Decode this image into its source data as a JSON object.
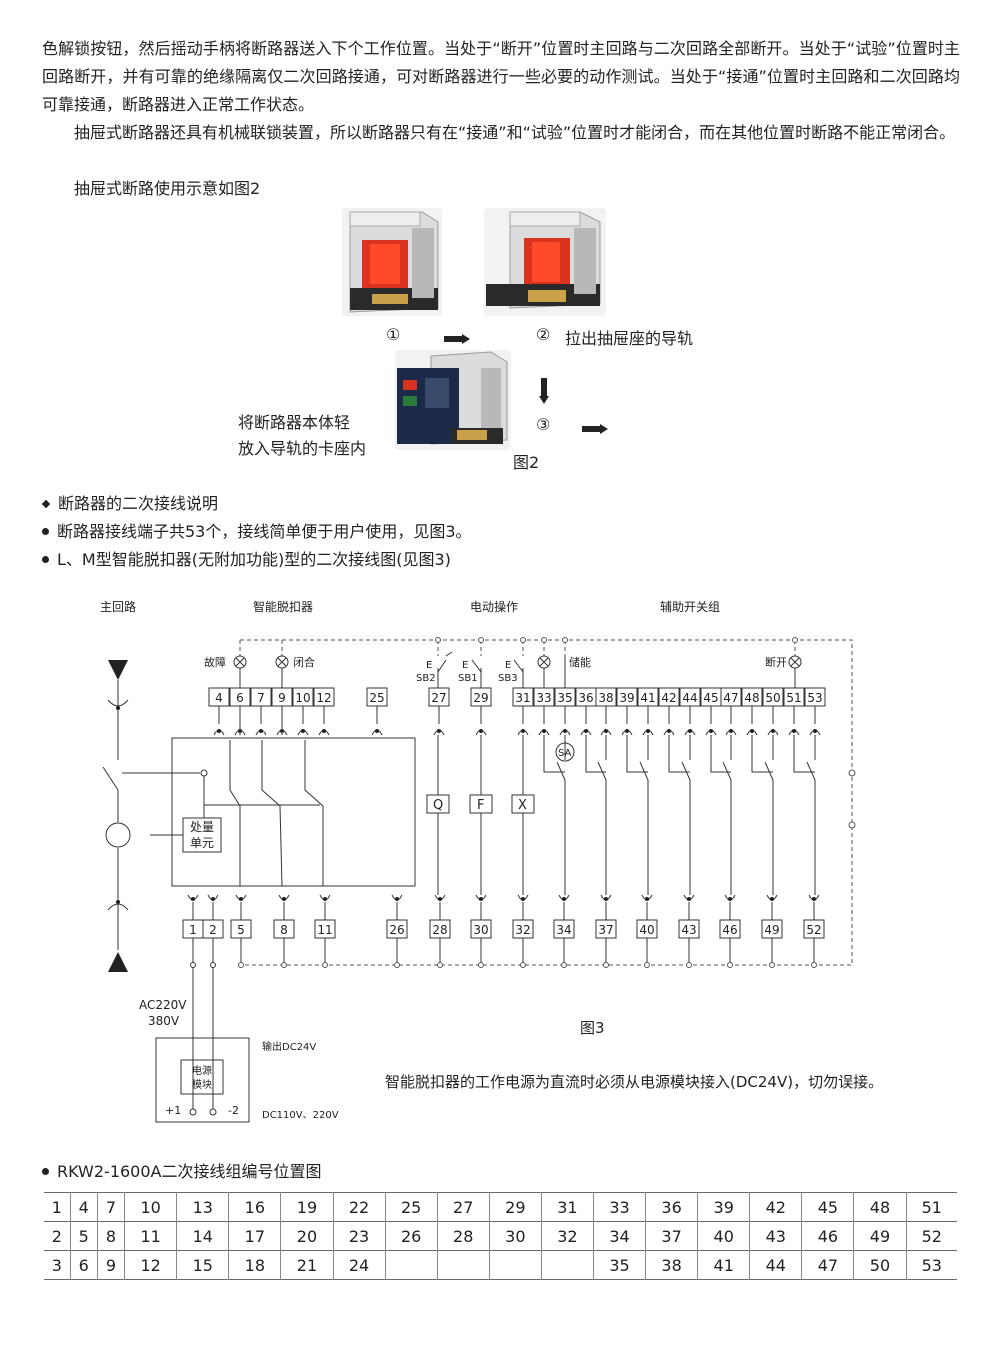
{
  "intro": {
    "p1": "色解锁按钮，然后摇动手柄将断路器送入下个工作位置。当处于“断开”位置时主回路与二次回路全部断开。当处于“试验”位置时主回路断开，并有可靠的绝缘隔离仅二次回路接通，可对断路器进行一些必要的动作测试。当处于“接通”位置时主回路和二次回路均可靠接通，断路器进入正常工作状态。",
    "p2": "抽屉式断路器还具有机械联锁装置，所以断路器只有在“接通”和“试验”位置时才能闭合，而在其他位置时断路不能正常闭合。",
    "p3": "抽屉式断路使用示意如图2"
  },
  "figure2": {
    "step1": "①",
    "step2": "②",
    "step2_text": "拉出抽屉座的导轨",
    "step3": "③",
    "step3_text_line1": "将断路器本体轻",
    "step3_text_line2": "放入导轨的卡座内",
    "caption": "图2"
  },
  "bullets": [
    "断路器的二次接线说明",
    "断路器接线端子共53个，接线简单便于用户使用，见图3。",
    "L、M型智能脱扣器(无附加功能)型的二次接线图(见图3)"
  ],
  "figure3": {
    "group_main": "主回路",
    "group_trip": "智能脱扣器",
    "group_motor": "电动操作",
    "group_aux": "辅助开关组",
    "lamp_fault": "故障",
    "lamp_close": "闭合",
    "lamp_store": "储能",
    "lamp_open": "断开",
    "sb2": "SB2",
    "sb1": "SB1",
    "sb3": "SB3",
    "e_label": "E",
    "sa": "SA",
    "coil_q": "Q",
    "coil_f": "F",
    "coil_x": "X",
    "unit_line1": "处量",
    "unit_line2": "单元",
    "top_terminals": [
      "4",
      "6",
      "7",
      "9",
      "10",
      "12",
      "25",
      "27",
      "29",
      "31",
      "33",
      "35",
      "36",
      "38",
      "39",
      "41",
      "42",
      "44",
      "45",
      "47",
      "48",
      "50",
      "51",
      "53"
    ],
    "bottom_terminals": [
      "1",
      "2",
      "5",
      "8",
      "11",
      "26",
      "28",
      "30",
      "32",
      "34",
      "37",
      "40",
      "43",
      "46",
      "49",
      "52"
    ],
    "ac_line1": "AC220V",
    "ac_line2": "380V",
    "out_dc": "输出DC24V",
    "power_line1": "电源",
    "power_line2": "模块",
    "plus": "+1",
    "minus": "-2",
    "dc_in": "DC110V、220V",
    "caption": "图3",
    "note": "智能脱扣器的工作电源为直流时必须从电源模块接入(DC24V)，切勿误接。"
  },
  "table_section": {
    "title": "RKW2-1600A二次接线组编号位置图",
    "rows": [
      [
        "1",
        "4",
        "7",
        "10",
        "13",
        "16",
        "19",
        "22",
        "25",
        "27",
        "29",
        "31",
        "33",
        "36",
        "39",
        "42",
        "45",
        "48",
        "51"
      ],
      [
        "2",
        "5",
        "8",
        "11",
        "14",
        "17",
        "20",
        "23",
        "26",
        "28",
        "30",
        "32",
        "34",
        "37",
        "40",
        "43",
        "46",
        "49",
        "52"
      ],
      [
        "3",
        "6",
        "9",
        "12",
        "15",
        "18",
        "21",
        "24",
        "",
        "",
        "",
        "",
        "35",
        "38",
        "41",
        "44",
        "47",
        "50",
        "53"
      ]
    ]
  }
}
